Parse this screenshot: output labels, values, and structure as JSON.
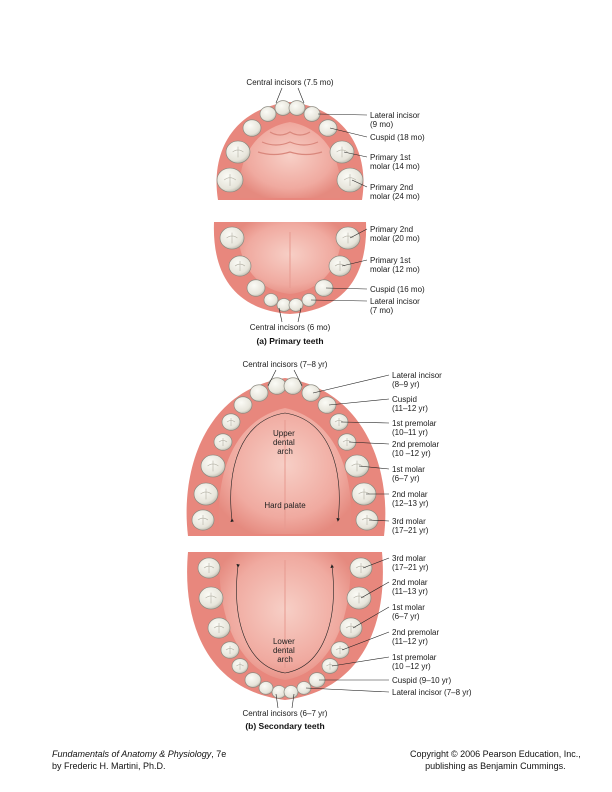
{
  "figure": {
    "primary": {
      "caption": "(a) Primary teeth",
      "upper_top_label": "Central incisors (7.5 mo)",
      "lower_bottom_label": "Central incisors (6 mo)",
      "upper_labels": [
        [
          "Lateral incisor",
          "(9 mo)"
        ],
        [
          "Cuspid (18 mo)"
        ],
        [
          "Primary 1st",
          "molar (14 mo)"
        ],
        [
          "Primary 2nd",
          "molar (24 mo)"
        ]
      ],
      "lower_labels": [
        [
          "Primary 2nd",
          "molar (20 mo)"
        ],
        [
          "Primary 1st",
          "molar (12 mo)"
        ],
        [
          "Cuspid (16 mo)"
        ],
        [
          "Lateral incisor",
          "(7 mo)"
        ]
      ]
    },
    "secondary": {
      "caption": "(b) Secondary teeth",
      "upper_top_label": "Central incisors (7–8 yr)",
      "lower_bottom_label": "Central incisors (6–7 yr)",
      "upper_arch_label": [
        "Upper",
        "dental",
        "arch"
      ],
      "lower_arch_label": [
        "Lower",
        "dental",
        "arch"
      ],
      "hard_palate": "Hard palate",
      "upper_labels": [
        [
          "Lateral incisor",
          "(8–9 yr)"
        ],
        [
          "Cuspid",
          "(11–12 yr)"
        ],
        [
          "1st premolar",
          "(10–11 yr)"
        ],
        [
          "2nd premolar",
          "(10 –12 yr)"
        ],
        [
          "1st molar",
          "(6–7 yr)"
        ],
        [
          "2nd molar",
          "(12–13 yr)"
        ],
        [
          "3rd molar",
          "(17–21 yr)"
        ]
      ],
      "lower_labels": [
        [
          "3rd molar",
          "(17–21 yr)"
        ],
        [
          "2nd molar",
          "(11–13 yr)"
        ],
        [
          "1st molar",
          "(6–7 yr)"
        ],
        [
          "2nd premolar",
          "(11–12 yr)"
        ],
        [
          "1st premolar",
          "(10 –12 yr)"
        ],
        [
          "Cuspid (9–10 yr)"
        ],
        [
          "Lateral incisor (7–8 yr)"
        ]
      ]
    }
  },
  "footer": {
    "book_title": "Fundamentals of Anatomy & Physiology",
    "edition": ", 7e",
    "author": "by Frederic H. Martini, Ph.D.",
    "copyright": "Copyright © 2006 Pearson Education, Inc.,",
    "publisher": "publishing as Benjamin Cummings."
  },
  "colors": {
    "gum": "#e8877d",
    "palate": "#f2b5ab",
    "tooth": "#efeee6",
    "tooth_edge": "#8c8a80"
  }
}
